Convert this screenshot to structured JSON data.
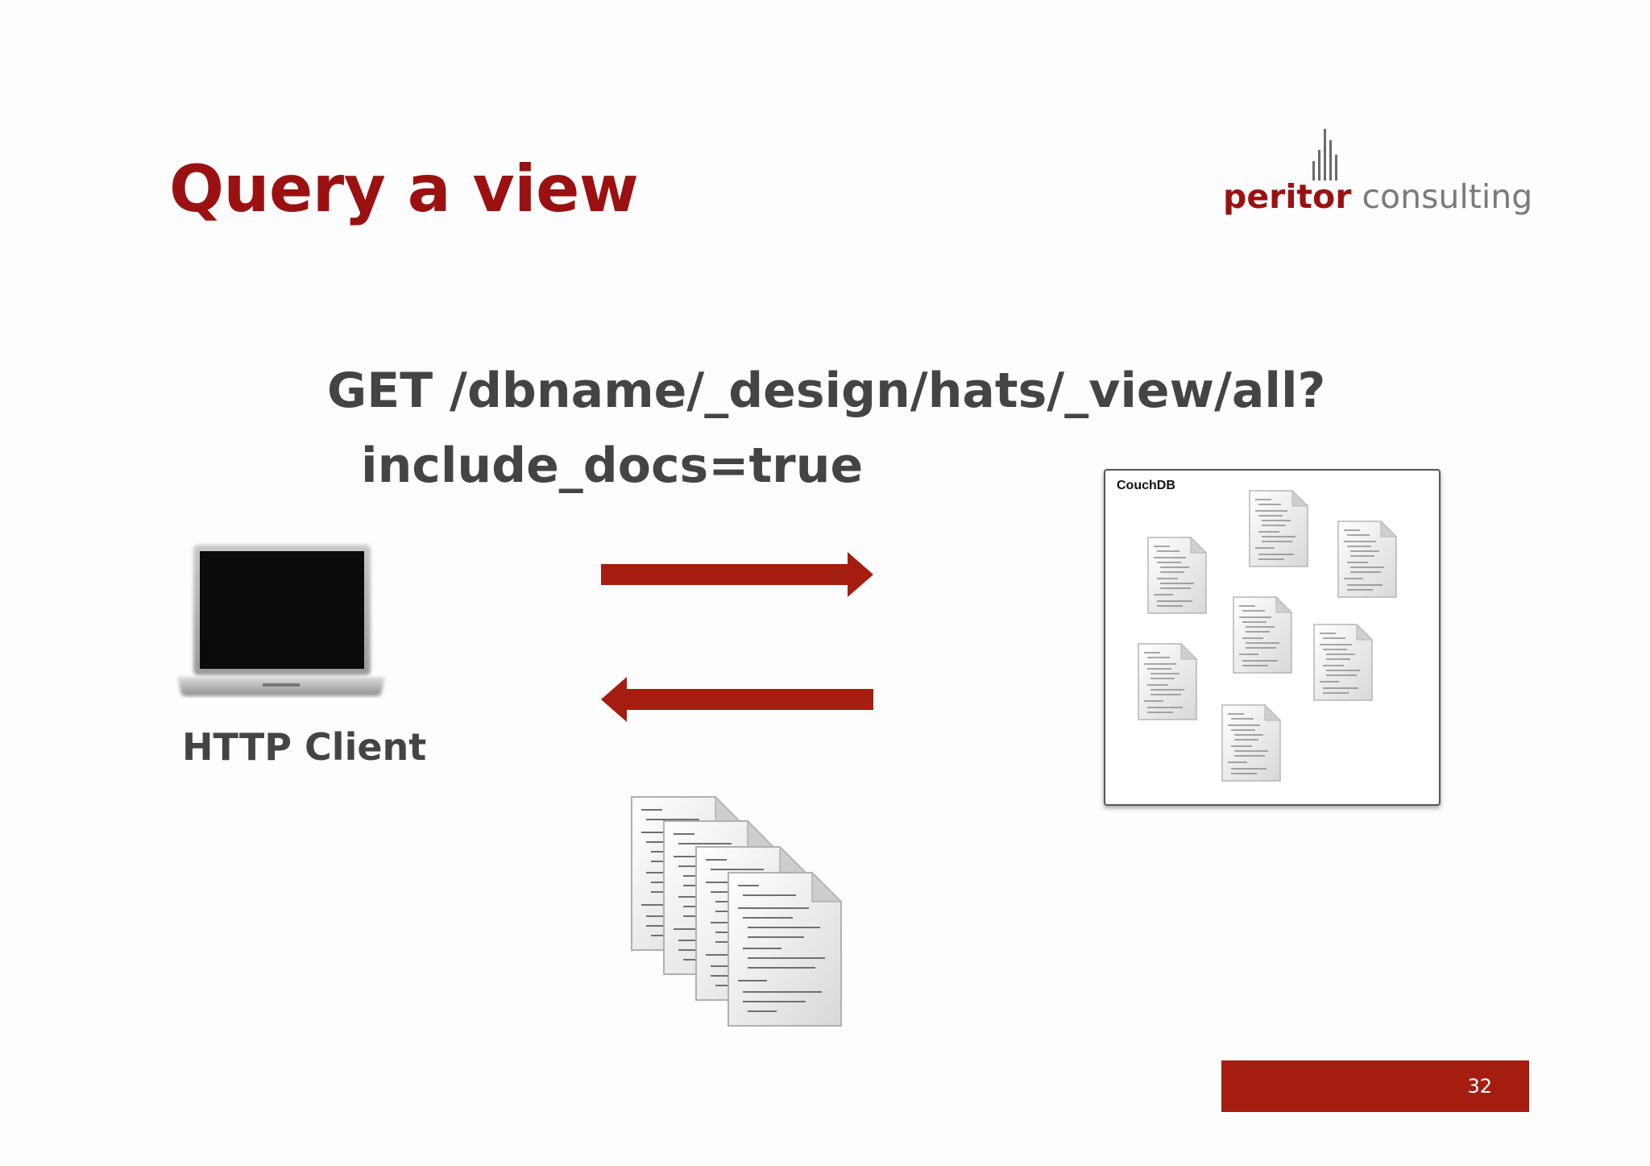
{
  "slide": {
    "title": "Query a view",
    "page_number": "32"
  },
  "logo": {
    "brand": "peritor",
    "rest": " consulting",
    "icon": "bar-graph-icon"
  },
  "request": {
    "line1": "GET /dbname/_design/hats/_view/all?",
    "line2": "include_docs=true"
  },
  "client": {
    "label": "HTTP Client",
    "icon": "laptop-icon"
  },
  "server": {
    "label": "CouchDB",
    "icon": "document-icon"
  },
  "arrows": [
    {
      "name": "request-arrow",
      "direction": "right",
      "color": "#a51d0f"
    },
    {
      "name": "response-arrow",
      "direction": "left",
      "color": "#a51d0f"
    }
  ],
  "colors": {
    "accent": "#9b1111",
    "bar": "#a51d0f",
    "text": "#444444"
  }
}
